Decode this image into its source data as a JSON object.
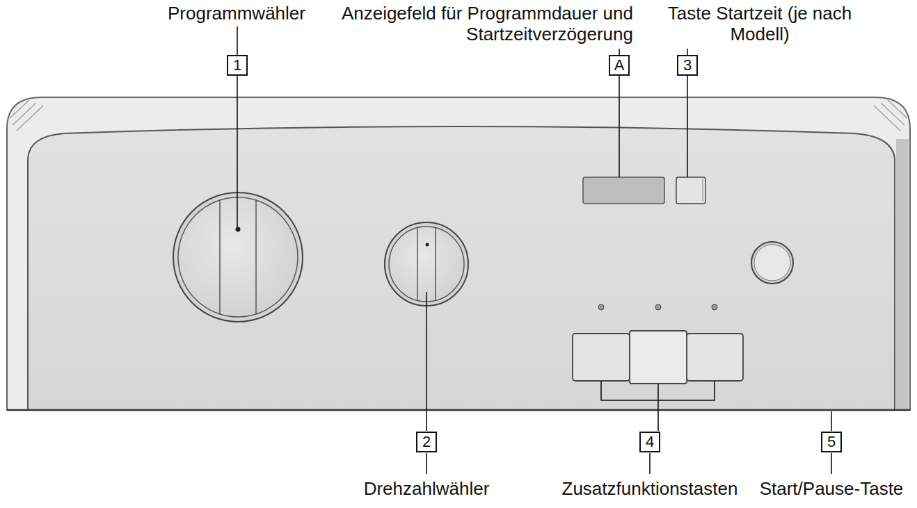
{
  "diagram": {
    "nodes": [
      {
        "text": [
          "1"
        ]
      },
      {
        "text": [
          "A"
        ]
      },
      {
        "text": [
          "3"
        ]
      },
      {
        "text": [
          "2"
        ]
      },
      {
        "text": [
          "4"
        ]
      },
      {
        "text": [
          "5"
        ]
      }
    ],
    "labels": [
      "Programmwähler",
      "Anzeigefeld für Programmdauer und Startzeitverzögerung",
      "Taste Startzeit (je nach Modell)",
      "Drehzahlwähler",
      "Zusatzfunktionstasten",
      "Start/Pause-Taste"
    ]
  }
}
